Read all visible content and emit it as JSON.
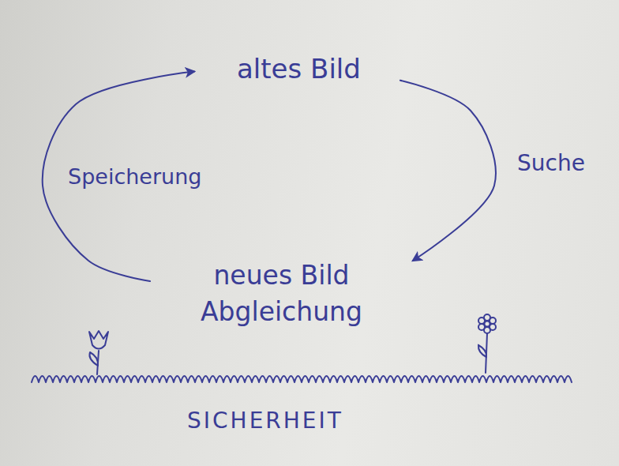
{
  "diagram": {
    "nodes": [
      {
        "text": [
          "altes Bild"
        ]
      },
      {
        "text": [
          "neues Bild",
          "Abgleichung"
        ]
      }
    ],
    "edges": [
      {
        "from": 0,
        "to": 1,
        "label": "Suche",
        "arrow": "to"
      },
      {
        "from": 1,
        "to": 0,
        "label": "Speicherung",
        "arrow": "to"
      }
    ],
    "labels": [
      "SICHERHEIT"
    ]
  }
}
